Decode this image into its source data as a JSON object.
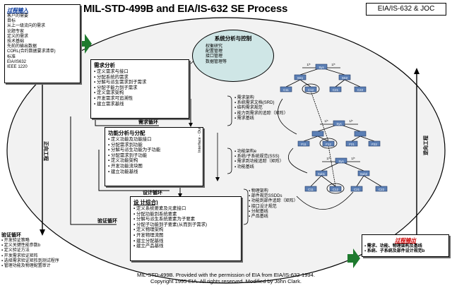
{
  "title": "MIL-STD-499B and EIA/IS-632 SE Process",
  "tag": "EIA/IS-632 & JOC",
  "process_input": {
    "title": "过程输入",
    "items": [
      "客户的需要",
      "目标",
      "从上一级流向的需求",
      "论题专家",
      "定义的需求",
      "技术基础",
      "先前的输出数据",
      "CORL(合约数据要求清单)",
      "标准",
      "EIA/IS632",
      "IEEE 1220"
    ]
  },
  "control": {
    "title": "系统分析与控制",
    "items": [
      "权衡研究",
      "配置管理",
      "接口管理",
      "数据管理等"
    ]
  },
  "requirements": {
    "title": "需求分析",
    "items": [
      "定义需求与接口",
      "分配系统的需求",
      "分解与派生需求到子需求",
      "分配子能力到子需求",
      "定义需求架构",
      "开发需求可追溯性",
      "建立需求基线"
    ]
  },
  "req_outputs": [
    "需求架构",
    "系统需求文档(SRD)",
    "结构需求规范",
    "能力到需求的追踪（矩阵）",
    "需求基线"
  ],
  "requirements_loop": "需求循环",
  "functional": {
    "title": "功能分析与分配",
    "items": [
      "定义功能及功能接口",
      "分配需求到功能",
      "分解与派生功能为子功能",
      "分配需求到子功能",
      "定义功能架构",
      "开发功能流块图",
      "建立功能基线"
    ]
  },
  "iterfac_out": "Interface - Out",
  "func_outputs": [
    "功能架构e",
    "系统/子系统规范(SSS)",
    "需求到功能追踪（矩阵）",
    "功能基线"
  ],
  "design_loop": "设计循环",
  "synthesis": {
    "title": "设 计综合)",
    "items": [
      "定义系统要素及元素接口",
      "分配功能到系统要素",
      "分解与派生系统要素为子要素",
      "分配子功能到子要素(从而到子需求)",
      "定义物理架构",
      "开发物理流图",
      "建立分配基线",
      "建立产品基线"
    ]
  },
  "synth_outputs": [
    "物理架构",
    "部件规范SSDDs",
    "功能到部件追踪（矩阵）",
    "接口设计规范",
    "分配基线",
    "产品基线"
  ],
  "verification_loop": "验证循环",
  "left_verification": {
    "title": "验证循环",
    "items": [
      "开发验证策略",
      "定义关键性能参数b",
      "定义验证方法",
      "开发需求验证矩阵",
      "选择需求验证矩阵到测试程序",
      "管理功能及物理配置审计"
    ]
  },
  "process_output": {
    "title": "过程输出",
    "items": [
      "需求、功能、物理架构及基线",
      "系统、子系统及部件设计规范b"
    ]
  },
  "forward": "正向工程",
  "reverse": "逆向工程",
  "tree": {
    "top": "Sys",
    "subs": [
      "SS1",
      "SS2"
    ],
    "leaves1": [
      "C11",
      "C12",
      "C21",
      "C22"
    ],
    "mid": "Sys",
    "f_leaves": [
      "F11",
      "F12",
      "F21",
      "F22"
    ],
    "bottom": "Sys",
    "b_subs": [
      "Sub1",
      "Sub2"
    ],
    "b_leaves": [
      "C11",
      "C12",
      "C21",
      "C22"
    ],
    "edge_label": "1/*"
  },
  "footer": [
    "MIL-STD-499B. Provided with the permission of EIA from EIA/IS-632-1994.",
    "Copyright 1995 EIA.  All rights reserved.  Modified by John Clark."
  ]
}
